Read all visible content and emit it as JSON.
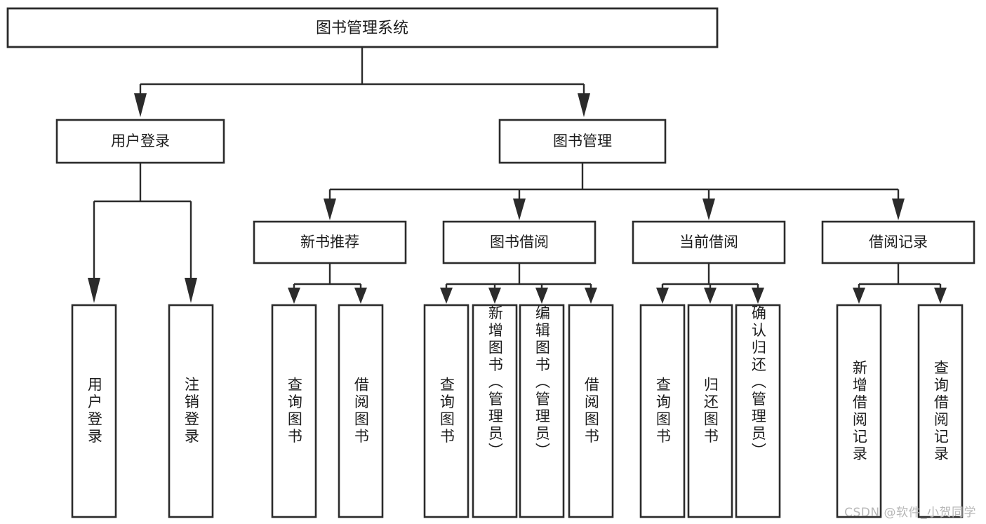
{
  "diagram": {
    "type": "tree-hierarchy",
    "title": "图书管理系统",
    "orientation": "top-down",
    "colors": {
      "box_stroke": "#2b2b2b",
      "box_fill": "#ffffff",
      "text": "#1c1c1c",
      "connector": "#2b2b2b",
      "background": "#ffffff",
      "watermark": "#b7b7b7"
    },
    "root": {
      "label": "图书管理系统"
    },
    "level1": [
      {
        "label": "用户登录"
      },
      {
        "label": "图书管理"
      }
    ],
    "level2": [
      {
        "label": "新书推荐"
      },
      {
        "label": "图书借阅"
      },
      {
        "label": "当前借阅"
      },
      {
        "label": "借阅记录"
      }
    ],
    "leaves": {
      "user_login": [
        {
          "label": "用户登录"
        },
        {
          "label": "注销登录"
        }
      ],
      "new_book_recommend": [
        {
          "label": "查询图书"
        },
        {
          "label": "借阅图书"
        }
      ],
      "book_borrow": [
        {
          "label": "查询图书"
        },
        {
          "label": "新增图书（管理员）"
        },
        {
          "label": "编辑图书（管理员）"
        },
        {
          "label": "借阅图书"
        }
      ],
      "current_borrow": [
        {
          "label": "查询图书"
        },
        {
          "label": "归还图书"
        },
        {
          "label": "确认归还（管理员）"
        }
      ],
      "borrow_record": [
        {
          "label": "新增借阅记录"
        },
        {
          "label": "查询借阅记录"
        }
      ]
    },
    "watermark": "CSDN @软件_小贺同学"
  }
}
